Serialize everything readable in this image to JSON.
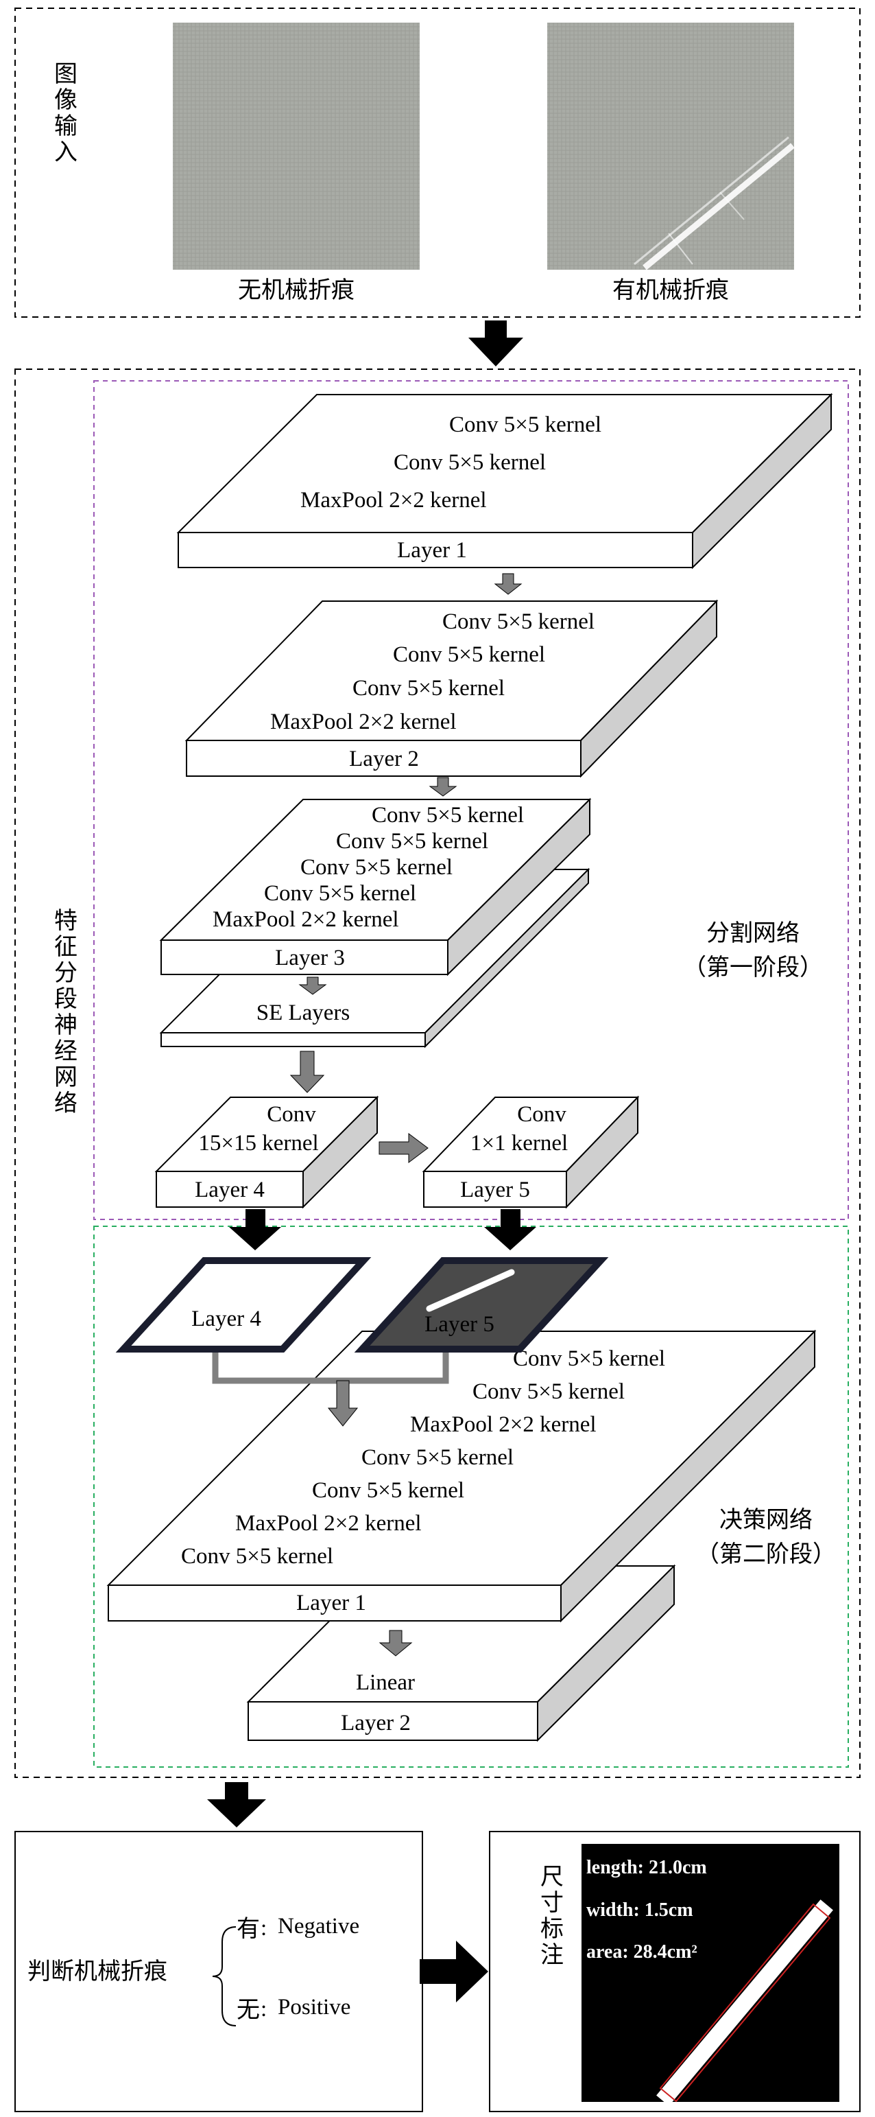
{
  "input_section": {
    "label": "图像输入",
    "image_left_caption": "无机械折痕",
    "image_right_caption": "有机械折痕"
  },
  "network": {
    "label": "特征分段神经网络",
    "stage1": {
      "label_line1": "分割网络",
      "label_line2": "（第一阶段）",
      "layer1": {
        "name": "Layer 1",
        "ops": [
          "Conv 5×5 kernel",
          "Conv 5×5 kernel",
          "MaxPool 2×2 kernel"
        ]
      },
      "layer2": {
        "name": "Layer 2",
        "ops": [
          "Conv 5×5 kernel",
          "Conv 5×5 kernel",
          "Conv 5×5 kernel",
          "MaxPool 2×2 kernel"
        ]
      },
      "layer3": {
        "name": "Layer 3",
        "ops": [
          "Conv 5×5 kernel",
          "Conv 5×5 kernel",
          "Conv 5×5 kernel",
          "Conv 5×5 kernel",
          "MaxPool 2×2 kernel"
        ]
      },
      "se_layers": "SE Layers",
      "layer4": {
        "name": "Layer 4",
        "op_line1": "Conv",
        "op_line2": "15×15 kernel"
      },
      "layer5": {
        "name": "Layer 5",
        "op_line1": "Conv",
        "op_line2": "1×1 kernel"
      }
    },
    "stage2": {
      "label_line1": "决策网络",
      "label_line2": "（第二阶段）",
      "input_layer4": "Layer 4",
      "input_layer5": "Layer 5",
      "layer1": {
        "name": "Layer 1",
        "ops": [
          "Conv 5×5 kernel",
          "Conv 5×5 kernel",
          "MaxPool 2×2 kernel",
          "Conv 5×5 kernel",
          "Conv 5×5 kernel",
          "MaxPool 2×2 kernel",
          "Conv 5×5 kernel"
        ]
      },
      "layer2": {
        "name": "Layer 2",
        "op": "Linear"
      }
    }
  },
  "output": {
    "decision_label": "判断机械折痕",
    "yes_char": "有",
    "yes_value": "Negative",
    "no_char": "无",
    "no_value": "Positive",
    "measure_label": "尺寸标注",
    "length": "length: 21.0cm",
    "width": "width: 1.5cm",
    "area": "area: 28.4cm²"
  },
  "colors": {
    "stage1_border": "#9b59b6",
    "stage2_border": "#27ae60",
    "arrow_black": "#000000",
    "arrow_gray": "#7a7a7a",
    "side_face": "#cfcfcf",
    "layer5_fill": "#4a4a4a",
    "crease_outline": "#cc2222"
  }
}
